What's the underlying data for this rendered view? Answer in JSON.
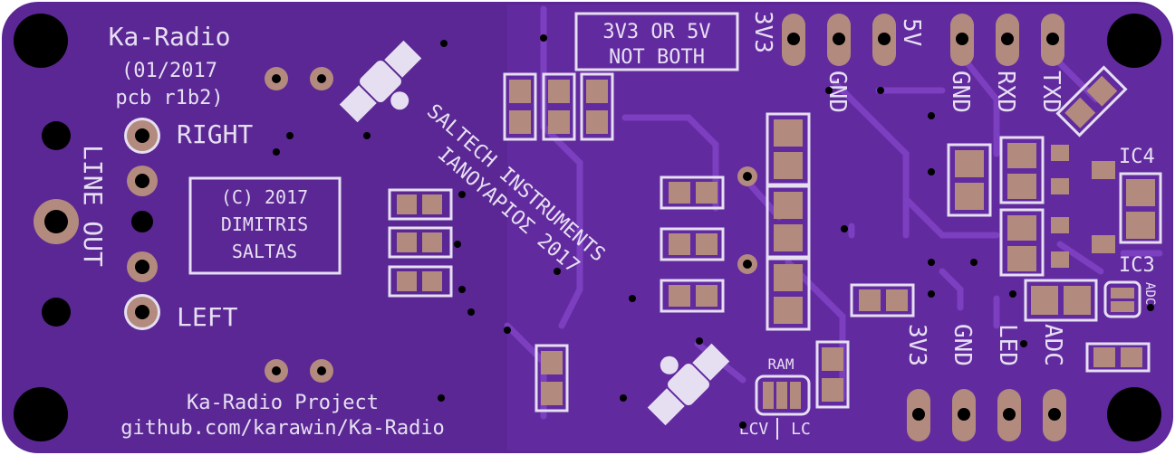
{
  "colors": {
    "substrate": "#5a2794",
    "copper_pour": "#6a2ea8",
    "trace": "#7b3fc0",
    "silkscreen": "#e6dff2",
    "pad_copper": "#b38a7e",
    "hole": "#000000"
  },
  "board": {
    "title": "Ka-Radio",
    "date": "(01/2017",
    "revision": "pcb r1b2)",
    "copyright": [
      "(C) 2017",
      "DIMITRIS",
      "SALTAS"
    ],
    "footer": [
      "Ka-Radio Project",
      "github.com/karawin/Ka-Radio"
    ]
  },
  "audio": {
    "label_vertical": "LINE OUT",
    "right": "RIGHT",
    "left": "LEFT"
  },
  "power_note": [
    "3V3 OR 5V",
    "NOT BOTH"
  ],
  "logo": {
    "line1": "SALTECH INSTRUMENTS",
    "line2": "ΙΑΝΟΥΑΡΙΟΣ 2017",
    "icon": "satellite-icon"
  },
  "top_header_pins": [
    "3V3",
    "GND",
    "5V",
    "GND",
    "RXD",
    "TXD"
  ],
  "bottom_header_pins": [
    "3V3",
    "GND",
    "LED",
    "ADC"
  ],
  "ic_labels": [
    "IC4",
    "IC3"
  ],
  "adc_small_label": "ADC",
  "ram_jumper": {
    "title": "RAM",
    "left": "LCV",
    "right": "LC"
  }
}
